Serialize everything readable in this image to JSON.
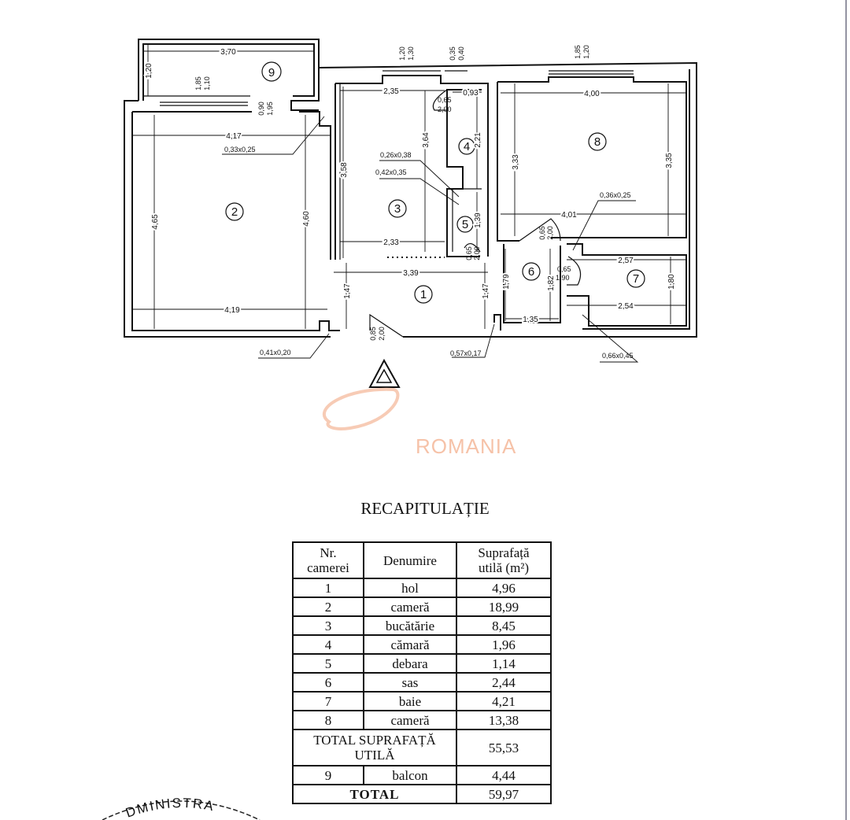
{
  "watermark": {
    "text": "ROMANIA",
    "color": "#f6c2a8"
  },
  "plan": {
    "room_numbers": [
      "1",
      "2",
      "3",
      "4",
      "5",
      "6",
      "7",
      "8",
      "9"
    ],
    "dimensions": {
      "balcony_width": "3,70",
      "balcony_depth": "1,20",
      "balcony_window": [
        "1,85",
        "1,10"
      ],
      "balcony_door": [
        "0,90",
        "1,95"
      ],
      "room2_top": "4,17",
      "room2_bottom": "4,19",
      "room2_left": "4,65",
      "room2_right": "4,60",
      "pillar_room2_top": "0,33x0,25",
      "pillar_room2_bottom": "0,41x0,20",
      "kitchen_window": [
        "1,20",
        "1,30"
      ],
      "vent_window": [
        "0,35",
        "0,40"
      ],
      "kitchen_top": "2,35",
      "kitchen_bottom": "2,33",
      "kitchen_left": "3,58",
      "kitchen_right": "3,64",
      "kitchen_door": [
        "0,65",
        "2,00"
      ],
      "pantry_width": "0,93",
      "pantry_height": "2,21",
      "duct1": "0,26x0,38",
      "duct2": "0,42x0,35",
      "storage_height": "1,39",
      "storage_door": [
        "0,65",
        "2,00"
      ],
      "hall_width": "3,39",
      "hall_left": "1,47",
      "hall_right": "1,47",
      "entrance_door": [
        "0,85",
        "2,00"
      ],
      "pillar_hall": "0,57x0,17",
      "room8_window": [
        "1,85",
        "1,20"
      ],
      "room8_top": "4,00",
      "room8_bottom": "4,01",
      "room8_left": "3,33",
      "room8_right": "3,35",
      "pillar_room8": "0,36x0,25",
      "room8_door": [
        "0,65",
        "2,00"
      ],
      "sas_height": "1,79",
      "sas_inner": "1,82",
      "sas_width": "1,35",
      "bath_door": [
        "0,65",
        "1,90"
      ],
      "bath_top": "2,57",
      "bath_bottom": "2,54",
      "bath_height": "1,80",
      "pillar_bath": "0,66x0,45"
    }
  },
  "recap": {
    "title": "RECAPITULAȚIE",
    "headers": {
      "nr": [
        "Nr.",
        "camerei"
      ],
      "name": "Denumire",
      "area": [
        "Suprafață",
        "utilă (m²)"
      ]
    },
    "rows": [
      {
        "nr": "1",
        "name": "hol",
        "area": "4,96"
      },
      {
        "nr": "2",
        "name": "cameră",
        "area": "18,99"
      },
      {
        "nr": "3",
        "name": "bucătărie",
        "area": "8,45"
      },
      {
        "nr": "4",
        "name": "cămară",
        "area": "1,96"
      },
      {
        "nr": "5",
        "name": "debara",
        "area": "1,14"
      },
      {
        "nr": "6",
        "name": "sas",
        "area": "2,44"
      },
      {
        "nr": "7",
        "name": "baie",
        "area": "4,21"
      },
      {
        "nr": "8",
        "name": "cameră",
        "area": "13,38"
      }
    ],
    "subtotal": {
      "label": [
        "TOTAL  SUPRAFAȚĂ",
        "UTILĂ"
      ],
      "value": "55,53"
    },
    "balcony": {
      "nr": "9",
      "name": "balcon",
      "area": "4,44"
    },
    "total": {
      "label": "TOTAL",
      "value": "59,97"
    }
  },
  "stamp": {
    "text": "DMINISTRA"
  }
}
